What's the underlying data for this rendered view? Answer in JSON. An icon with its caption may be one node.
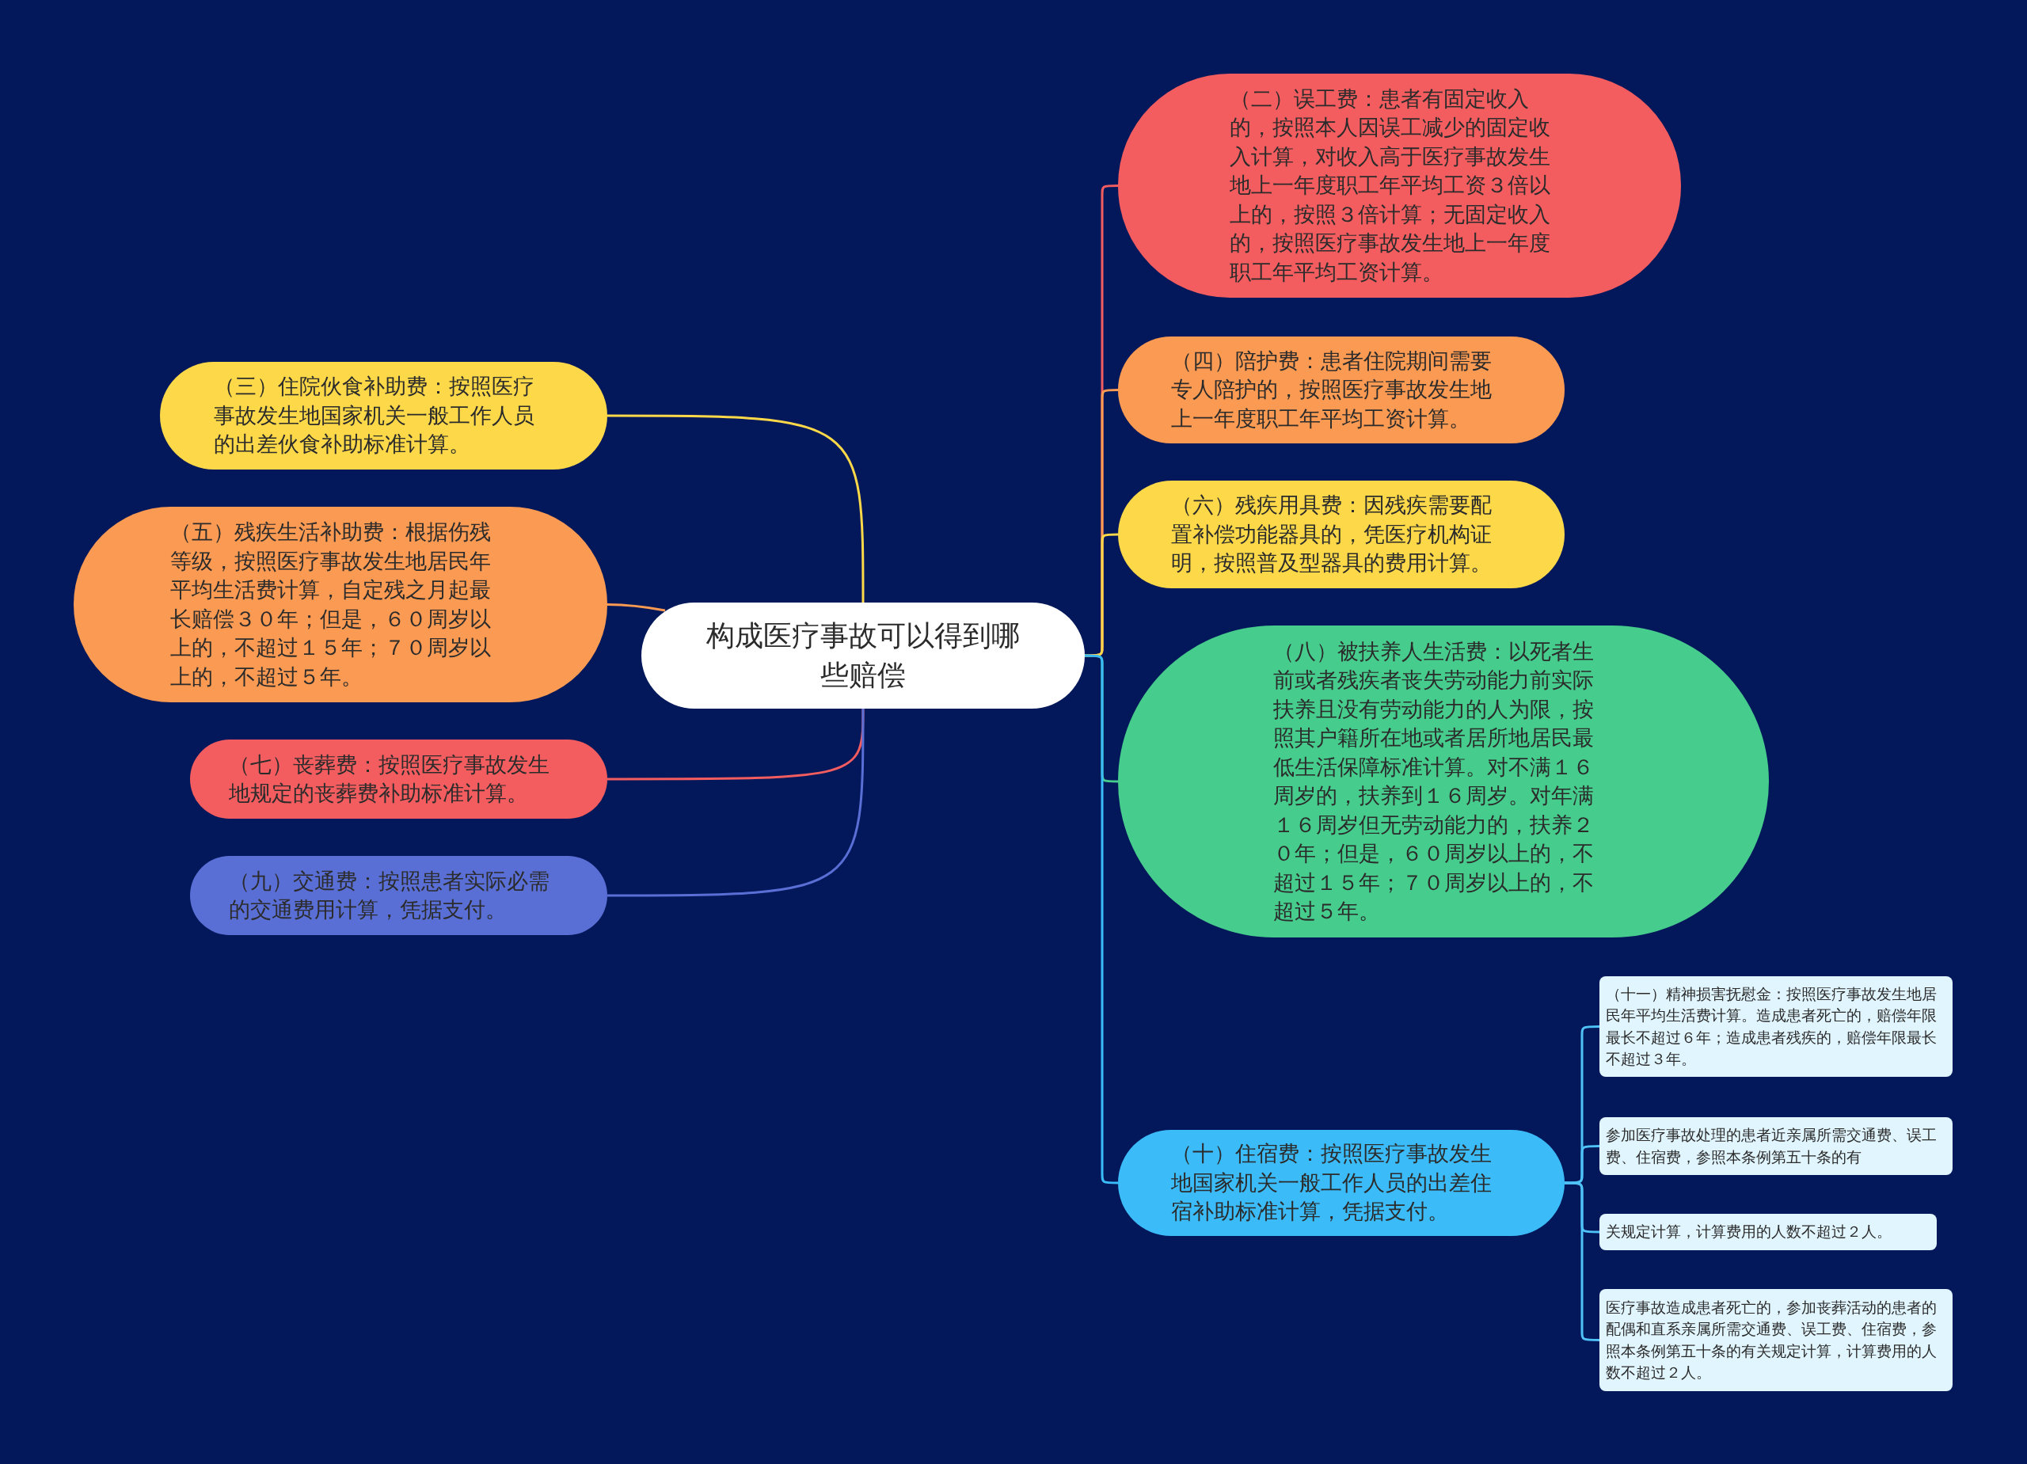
{
  "diagram": {
    "nodes": [
      {
        "text": [
          "构成医疗事故可以得到哪些赔偿"
        ]
      },
      {
        "text": [
          "（二）误工费：患者有固定收入的，按照本人因误工减少的固定收入计算，对收入高于医疗事故发生地上一年度职工年平均工资３倍以上的，按照３倍计算；无固定收入的，按照医疗事故发生地上一年度职工年平均工资计算。"
        ]
      },
      {
        "text": [
          "（三）住院伙食补助费：按照医疗事故发生地国家机关一般工作人员的出差伙食补助标准计算。"
        ]
      },
      {
        "text": [
          "（四）陪护费：患者住院期间需要专人陪护的，按照医疗事故发生地上一年度职工年平均工资计算。"
        ]
      },
      {
        "text": [
          "（五）残疾生活补助费：根据伤残等级，按照医疗事故发生地居民年平均生活费计算，自定残之月起最长赔偿３０年；但是，６０周岁以上的，不超过１５年；７０周岁以上的，不超过５年。"
        ]
      },
      {
        "text": [
          "（六）残疾用具费：因残疾需要配置补偿功能器具的，凭医疗机构证明，按照普及型器具的费用计算。"
        ]
      },
      {
        "text": [
          "（七）丧葬费：按照医疗事故发生地规定的丧葬费补助标准计算。"
        ]
      },
      {
        "text": [
          "（八）被扶养人生活费：以死者生前或者残疾者丧失劳动能力前实际扶养且没有劳动能力的人为限，按照其户籍所在地或者居所地居民最低生活保障标准计算。对不满１６周岁的，扶养到１６周岁。对年满１６周岁但无劳动能力的，扶养２０年；但是，６０周岁以上的，不超过１５年；７０周岁以上的，不超过５年。"
        ]
      },
      {
        "text": [
          "（九）交通费：按照患者实际必需的交通费用计算，凭据支付。"
        ]
      },
      {
        "text": [
          "（十）住宿费：按照医疗事故发生地国家机关一般工作人员的出差住宿补助标准计算，凭据支付。"
        ]
      },
      {
        "text": [
          "（十一）精神损害抚慰金：按照医疗事故发生地居民年平均生活费计算。造成患者死亡的，赔偿年限最长不超过６年；造成患者残疾的，赔偿年限最长不超过３年。"
        ]
      },
      {
        "text": [
          "参加医疗事故处理的患者近亲属所需交通费、误工费、住宿费，参照本条例第五十条的有"
        ]
      },
      {
        "text": [
          "关规定计算，计算费用的人数不超过２人。"
        ]
      },
      {
        "text": [
          "医疗事故造成患者死亡的，参加丧葬活动的患者的配偶和直系亲属所需交通费、误工费、住宿费，参照本条例第五十条的有关规定计算，计算费用的人数不超过２人。"
        ]
      }
    ],
    "edges": [
      {
        "from": 0,
        "to": 1,
        "arrow": "none",
        "color": "#f45d5f"
      },
      {
        "from": 0,
        "to": 2,
        "arrow": "none",
        "color": "#fdd849"
      },
      {
        "from": 0,
        "to": 3,
        "arrow": "none",
        "color": "#fb9a52"
      },
      {
        "from": 0,
        "to": 4,
        "arrow": "none",
        "color": "#fb9a52"
      },
      {
        "from": 0,
        "to": 5,
        "arrow": "none",
        "color": "#fdd849"
      },
      {
        "from": 0,
        "to": 6,
        "arrow": "none",
        "color": "#f45d5f"
      },
      {
        "from": 0,
        "to": 7,
        "arrow": "none",
        "color": "#46cc8c"
      },
      {
        "from": 0,
        "to": 8,
        "arrow": "none",
        "color": "#5a6fd6"
      },
      {
        "from": 0,
        "to": 9,
        "arrow": "none",
        "color": "#3bbcf9"
      },
      {
        "from": 9,
        "to": 10,
        "arrow": "none",
        "color": "#4fc3f7"
      },
      {
        "from": 9,
        "to": 11,
        "arrow": "none",
        "color": "#4fc3f7"
      },
      {
        "from": 9,
        "to": 12,
        "arrow": "none",
        "color": "#4fc3f7"
      },
      {
        "from": 9,
        "to": 13,
        "arrow": "none",
        "color": "#4fc3f7"
      }
    ]
  }
}
